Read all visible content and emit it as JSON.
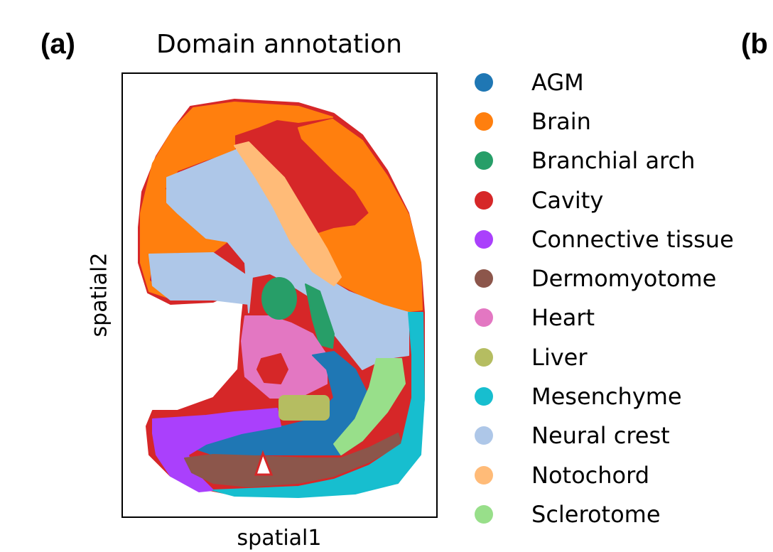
{
  "panel_label": "(a)",
  "next_panel_label": "(b",
  "chart_data": {
    "type": "scatter",
    "title": "Domain annotation",
    "xlabel": "spatial1",
    "ylabel": "spatial2",
    "grid": false,
    "ticks": "none",
    "legend_placement": "right",
    "legend": [
      {
        "label": "AGM",
        "color": "#1f77b4"
      },
      {
        "label": "Brain",
        "color": "#ff7f0e"
      },
      {
        "label": "Branchial arch",
        "color": "#279e68"
      },
      {
        "label": "Cavity",
        "color": "#d62728"
      },
      {
        "label": "Connective tissue",
        "color": "#aa40fc"
      },
      {
        "label": "Dermomyotome",
        "color": "#8c564b"
      },
      {
        "label": "Heart",
        "color": "#e377c2"
      },
      {
        "label": "Liver",
        "color": "#b5bd61"
      },
      {
        "label": "Mesenchyme",
        "color": "#17becf"
      },
      {
        "label": "Neural crest",
        "color": "#aec7e8"
      },
      {
        "label": "Notochord",
        "color": "#ffbb78"
      },
      {
        "label": "Sclerotome",
        "color": "#98df8a"
      }
    ]
  }
}
